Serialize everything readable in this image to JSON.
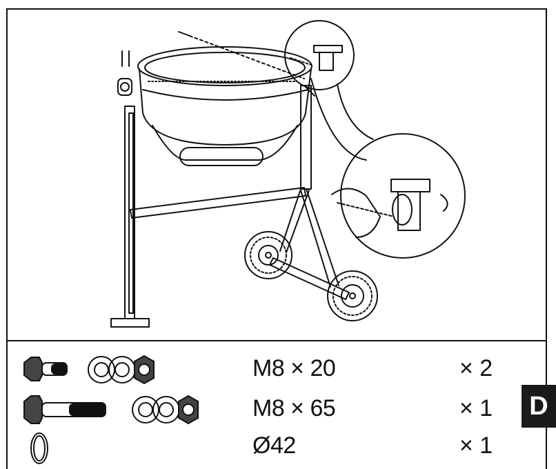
{
  "hardware": [
    {
      "spec": "M8 × 20",
      "qty": "× 2",
      "icon": "short-bolt-nut-washers-icon"
    },
    {
      "spec": "M8 × 65",
      "qty": "× 1",
      "icon": "long-bolt-nut-washers-icon"
    },
    {
      "spec": "Ø42",
      "qty": "× 1",
      "icon": "ring-clip-icon"
    }
  ],
  "section_badge": "D",
  "colors": {
    "line": "#111111",
    "badge_bg": "#1a1a1a",
    "badge_text": "#ffffff"
  }
}
